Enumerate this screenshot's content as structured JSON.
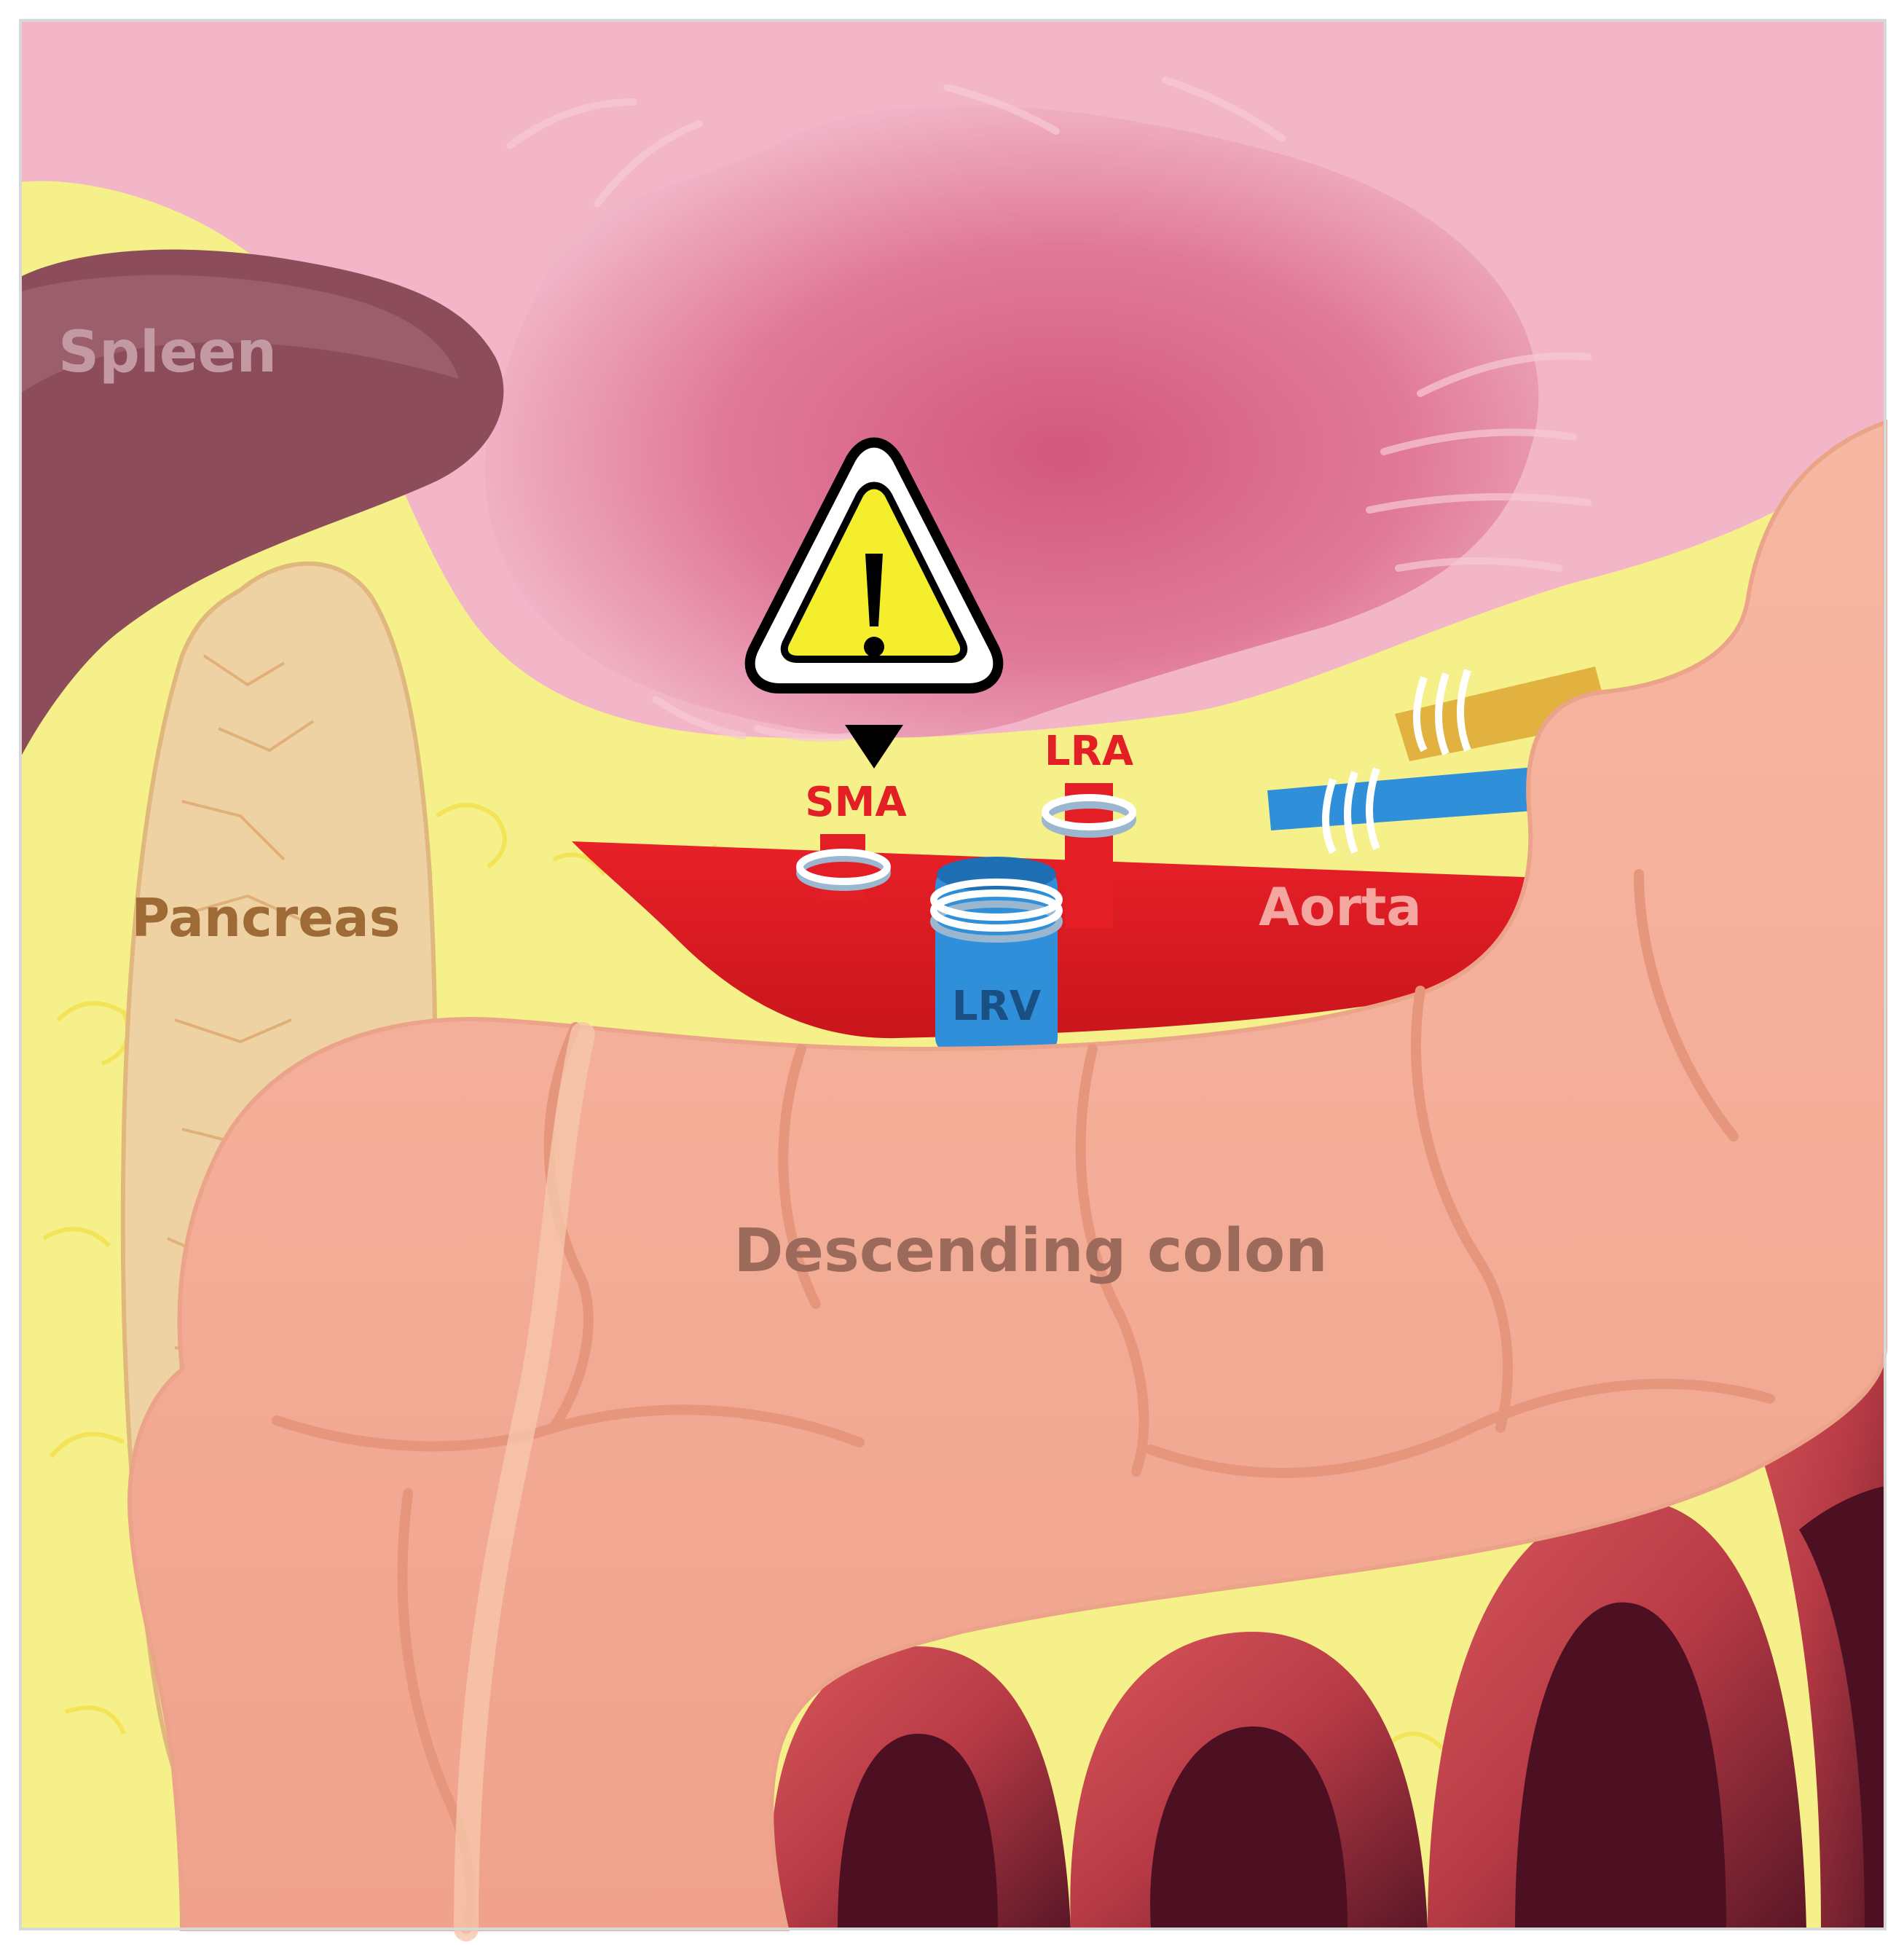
{
  "labels": {
    "spleen": "Spleen",
    "pancreas": "Pancreas",
    "sma": "SMA",
    "lra": "LRA",
    "aorta": "Aorta",
    "lrv": "LRV",
    "colon": "Descending colon"
  },
  "icons": {
    "warning": "warning-triangle-icon",
    "pointer": "arrow-down-icon",
    "clip": "vascular-clip-icon"
  },
  "colors": {
    "background_fat": "#f6f08a",
    "stomach_light": "#f1b2c6",
    "stomach_dark": "#d75f82",
    "spleen": "#8e4e5c",
    "spleen_label": "#c39aa3",
    "pancreas": "#eed2a4",
    "pancreas_label": "#9e6b36",
    "artery": "#e31e24",
    "vein": "#2f8fd8",
    "ureter": "#e2b240",
    "colon": "#f3ae98",
    "colon_label": "#9c6a5a",
    "small_bowel": "#c0454a",
    "warning_fill": "#f5ee2d",
    "clip": "#ffffff"
  }
}
